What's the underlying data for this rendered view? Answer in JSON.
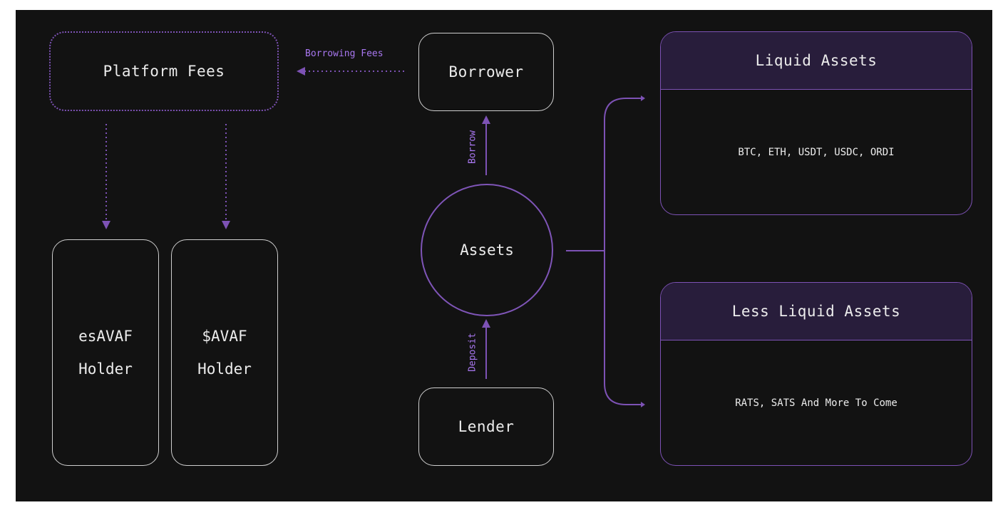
{
  "diagram": {
    "platform_fees": "Platform Fees",
    "borrowing_fees": "Borrowing Fees",
    "borrower": "Borrower",
    "borrow": "Borrow",
    "assets": "Assets",
    "deposit": "Deposit",
    "lender": "Lender",
    "es_holder_line1": "esAVAF",
    "es_holder_line2": "Holder",
    "avaf_holder_line1": "$AVAF",
    "avaf_holder_line2": "Holder",
    "liquid_title": "Liquid Assets",
    "liquid_body": "BTC, ETH, USDT, USDC, ORDI",
    "less_liquid_title": "Less Liquid Assets",
    "less_liquid_body": "RATS, SATS And More To Come"
  },
  "colors": {
    "background": "#121212",
    "accent": "#7d52b5",
    "accent_text": "#a877f0",
    "header_fill": "#281d3b",
    "node_border": "#cfcfcf"
  }
}
